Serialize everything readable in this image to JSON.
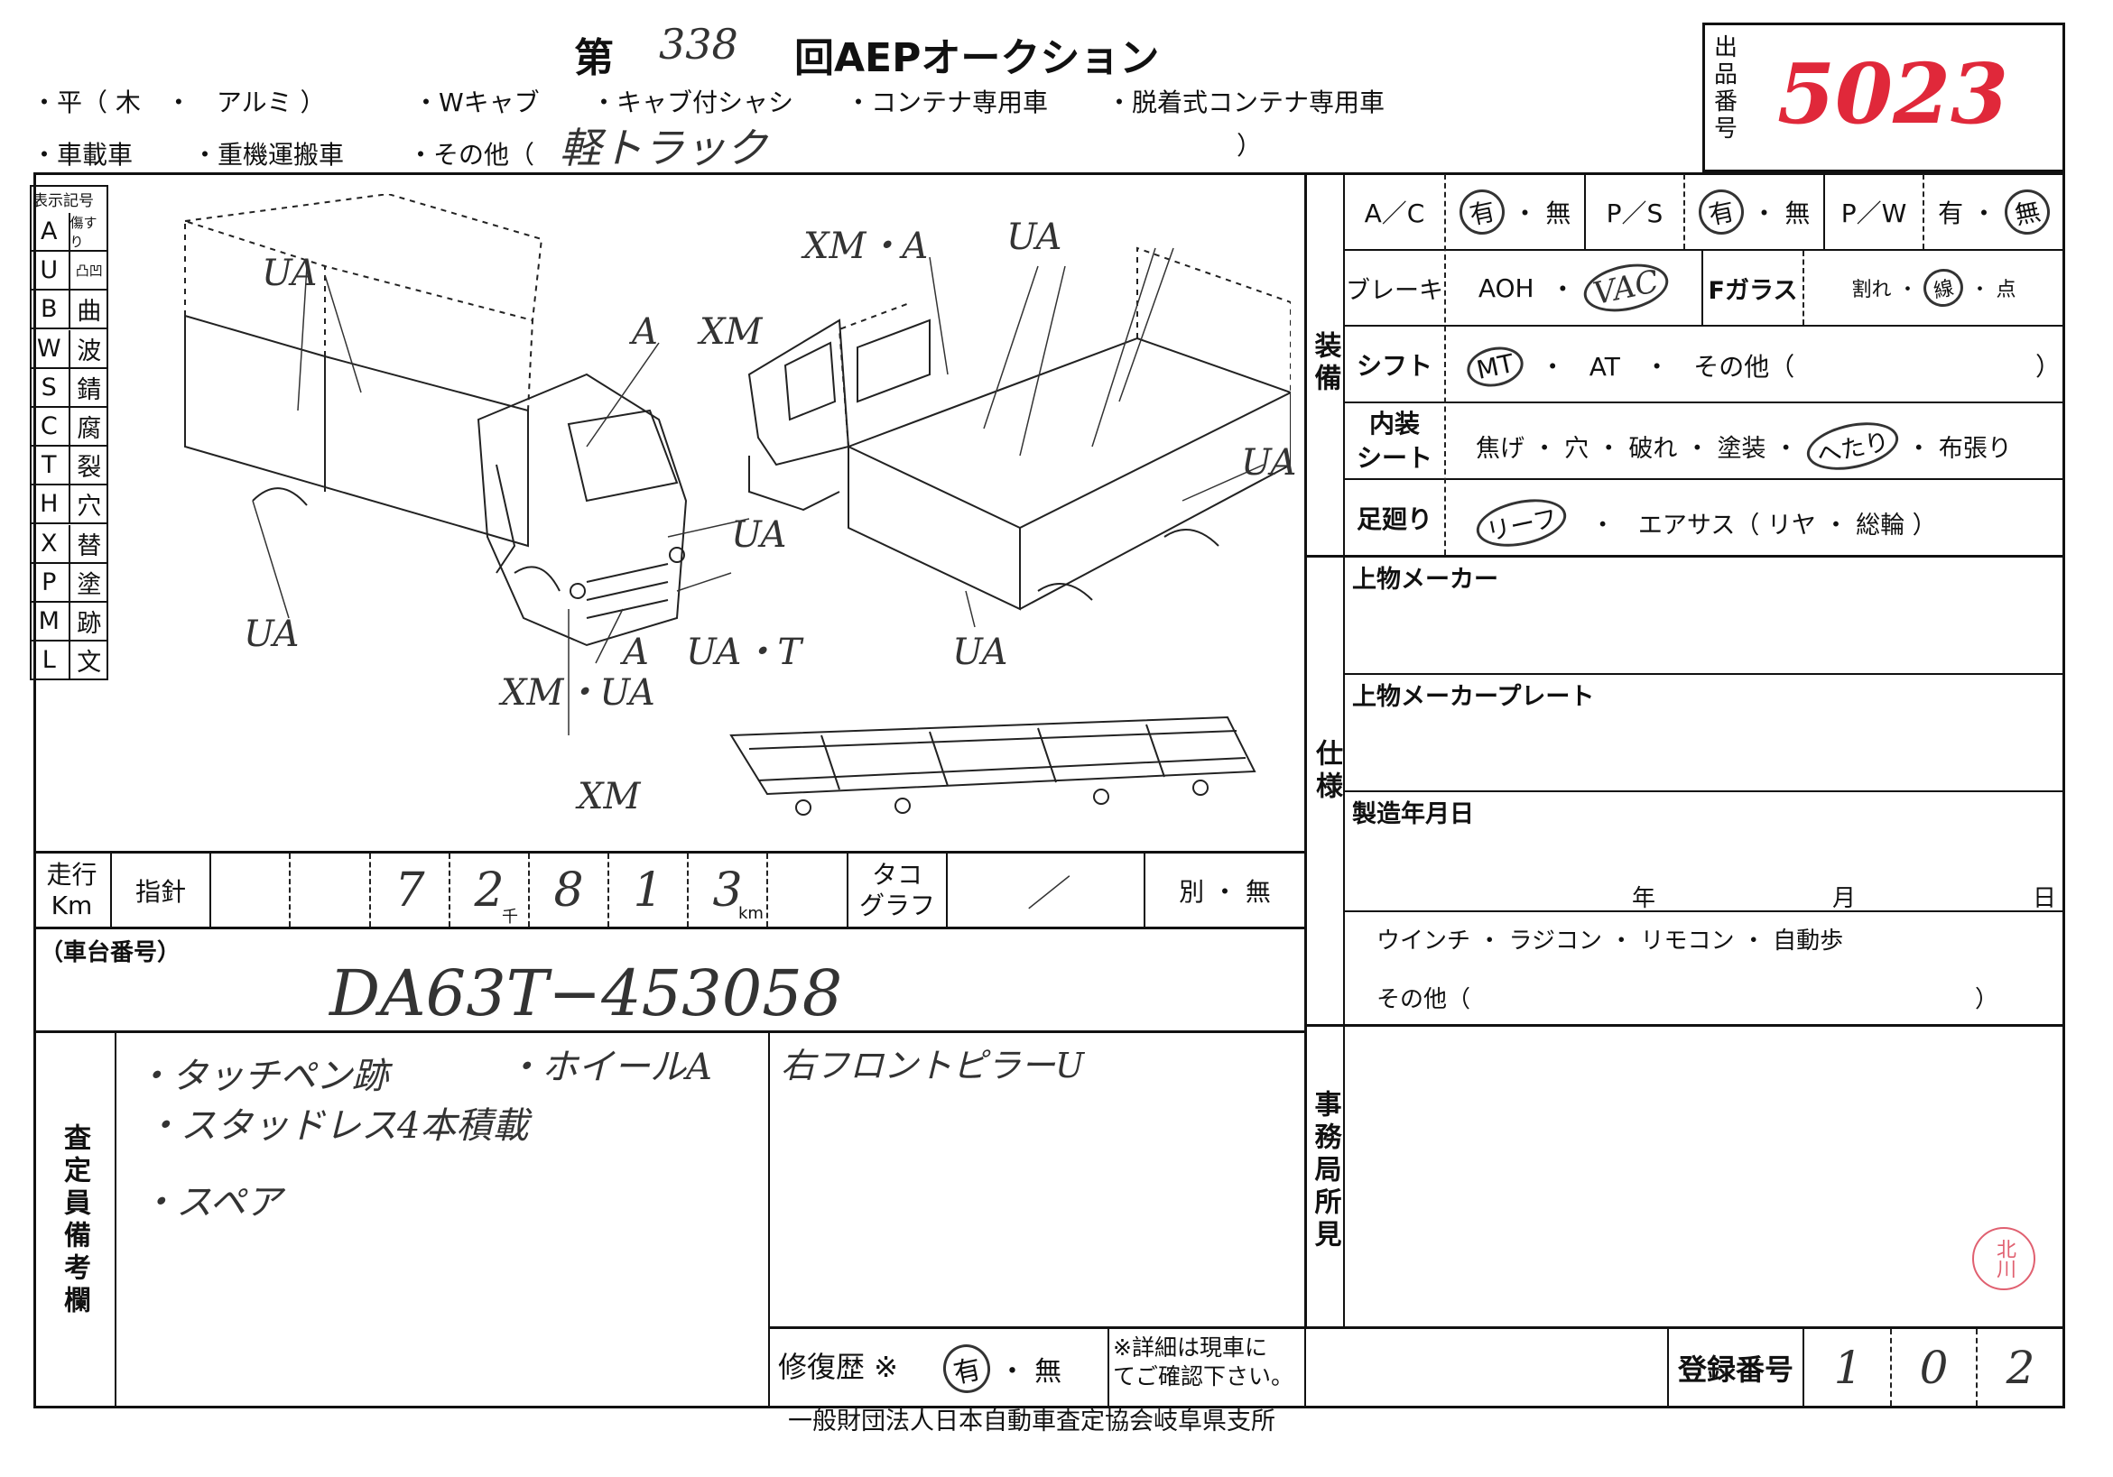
{
  "header": {
    "title_prefix": "第",
    "auction_number": "338",
    "title_suffix": "回AEPオークション",
    "types_row1": [
      "・平（ 木　・　アルミ ）",
      "・Wキャブ",
      "・キャブ付シャシ",
      "・コンテナ専用車",
      "・脱着式コンテナ専用車"
    ],
    "types_row2": [
      "・車載車",
      "・重機運搬車",
      "・その他（"
    ],
    "other_value": "軽トラック",
    "other_close": "）",
    "lot_label": "出品番号",
    "lot_number": "5023"
  },
  "legend": {
    "title": "表示記号",
    "items": [
      {
        "code": "A",
        "meaning": "傷すり"
      },
      {
        "code": "U",
        "meaning": "凸凹"
      },
      {
        "code": "B",
        "meaning": "曲"
      },
      {
        "code": "W",
        "meaning": "波"
      },
      {
        "code": "S",
        "meaning": "錆"
      },
      {
        "code": "C",
        "meaning": "腐"
      },
      {
        "code": "T",
        "meaning": "裂"
      },
      {
        "code": "H",
        "meaning": "穴"
      },
      {
        "code": "X",
        "meaning": "替"
      },
      {
        "code": "P",
        "meaning": "塗"
      },
      {
        "code": "M",
        "meaning": "跡"
      },
      {
        "code": "L",
        "meaning": "文"
      }
    ]
  },
  "diagram_marks": [
    "UA",
    "A",
    "UA",
    "UA",
    "A",
    "XM・UA",
    "UA・T",
    "XM",
    "XM・A",
    "UA",
    "XM",
    "UA",
    "UA"
  ],
  "equipment": {
    "section_label": "装備",
    "ac": {
      "label": "A／C",
      "yes": "有",
      "no": "無"
    },
    "ps": {
      "label": "P／S",
      "yes": "有",
      "no": "無"
    },
    "pw": {
      "label": "P／W",
      "yes": "有",
      "no": "無"
    },
    "brake": {
      "label": "ブレーキ",
      "opt1": "AOH",
      "opt2": "VAC"
    },
    "glass": {
      "label": "Fガラス",
      "opt1": "割れ",
      "opt2": "線",
      "opt3": "点"
    },
    "shift": {
      "label": "シフト",
      "opt1": "MT",
      "opt2": "AT",
      "opt3": "その他（",
      "close": "）"
    },
    "seat": {
      "label1": "内装",
      "label2": "シート",
      "opts": [
        "焦げ",
        "穴",
        "破れ",
        "塗装",
        "へたり",
        "布張り"
      ]
    },
    "suspension": {
      "label": "足廻り",
      "opt1": "リーフ",
      "opt2": "エアサス（ リヤ ・ 総輪 ）"
    }
  },
  "spec": {
    "section_label": "仕様",
    "maker": "上物メーカー",
    "plate": "上物メーカープレート",
    "date": "製造年月日",
    "year": "年",
    "month": "月",
    "day": "日",
    "options": "ウインチ ・ ラジコン ・ リモコン ・ 自動歩",
    "other": "その他（",
    "other_close": "）"
  },
  "odometer": {
    "label1": "走行",
    "label2": "Km",
    "needle": "指針",
    "digits": [
      "",
      "",
      "7",
      "2",
      "8",
      "1",
      "3"
    ],
    "thousand": "千",
    "km": "km",
    "tacho1": "タコ",
    "tacho2": "グラフ",
    "tacho_value": "／",
    "separate": "別 ・ 無"
  },
  "chassis": {
    "label": "（車台番号）",
    "value": "DA63T−453058"
  },
  "remarks": {
    "label": "査定員備考欄",
    "notes": [
      "・タッチペン跡",
      "・ホイールA",
      "・スタッドレス4本積載",
      "・スペア"
    ],
    "note_right": "右フロントピラーU"
  },
  "repair": {
    "label": "修復歴 ※",
    "yes": "有",
    "no": "無",
    "note1": "※詳細は現車に",
    "note2": "てご確認下さい。"
  },
  "office": {
    "label": "事務局所見",
    "stamp": "北川"
  },
  "registration": {
    "label": "登録番号",
    "digits": [
      "1",
      "0",
      "2"
    ]
  },
  "footer": "一般財団法人日本自動車査定協会岐阜県支所"
}
